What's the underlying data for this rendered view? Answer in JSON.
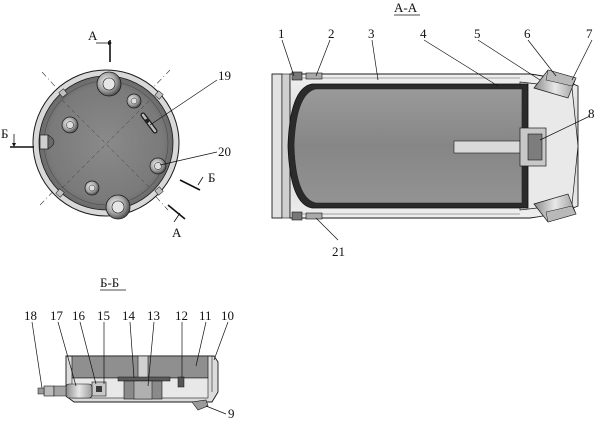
{
  "colors": {
    "background": "#ffffff",
    "line": "#1a1a1a",
    "shell_light": "#e4e4e4",
    "shell_mid": "#bdbdbd",
    "body_dark": "#7d7d7d",
    "core_gray": "#8f8f8f",
    "rod_light": "#d9d9d9"
  },
  "section_aa": {
    "title": "А-А",
    "callouts": [
      "1",
      "2",
      "3",
      "4",
      "5",
      "6",
      "7",
      "8",
      "21"
    ]
  },
  "section_bb": {
    "title": "Б-Б",
    "callouts": [
      "18",
      "17",
      "16",
      "15",
      "14",
      "13",
      "12",
      "11",
      "10",
      "9"
    ]
  },
  "top_view": {
    "cut_letters": {
      "a_top": "А",
      "a_bottom": "А",
      "b_left": "Б",
      "b_right": "Б"
    },
    "callouts": [
      "19",
      "20"
    ]
  }
}
